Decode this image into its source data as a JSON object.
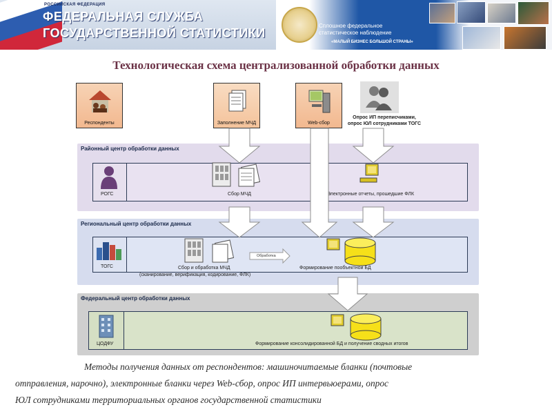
{
  "header": {
    "left": {
      "small_text": "РОССИЙСКАЯ ФЕДЕРАЦИЯ",
      "line1": "ФЕДЕРАЛЬНАЯ СЛУЖБА",
      "line2": "ГОСУДАРСТВЕННОЙ СТАТИСТИКИ"
    },
    "right": {
      "line1": "Сплошное федеральное",
      "line2": "статистическое наблюдение",
      "slogan": "«МАЛЫЙ БИЗНЕС БОЛЬШОЙ СТРАНЫ»"
    },
    "colors": {
      "flag_white": "#ffffff",
      "flag_blue": "#2d5db0",
      "flag_red": "#d0273a",
      "banner_blue": "#1f57a6"
    }
  },
  "title": "Технологическая схема централизованной обработки данных",
  "sources": {
    "respondents": "Респонденты",
    "mcd_fill": "Заполнение МЧД",
    "web": "Web-сбор",
    "survey_line1": "Опрос ИП переписчиками,",
    "survey_line2": "опрос ЮЛ сотрудниками ТОГС"
  },
  "district": {
    "title": "Районный центр обработки данных",
    "rogs": "РОГС",
    "collect": "Сбор МЧД",
    "electronic": "Электронные отчеты, прошедшие ФЛК",
    "color": "#e3dced"
  },
  "regional": {
    "title": "Региональный центр обработки данных",
    "togs": "ТОГС",
    "process": "Сбор и обработка МЧД",
    "process_sub": "(сканирование, верификация, кодирование, ФЛК)",
    "arrow_label": "Обработка",
    "db": "Формирование пообъектной БД",
    "color": "#d9def0"
  },
  "federal": {
    "title": "Федеральный центр обработки данных",
    "cofu": "ЦОДФУ",
    "db": "Формирование консолидированной БД и получение сводных итогов",
    "color": "#d4dfc4"
  },
  "caption": {
    "line1": "Методы получения данных от респондентов: машиночитаемые бланки (почтовые",
    "line2": "отправления, нарочно), электронные бланки через Web-сбор, опрос ИП интервьюерами, опрос",
    "line3": "ЮЛ сотрудниками территориальных органов государственной статистики"
  },
  "icons": {
    "respondents": "people-house-icon",
    "mcd_fill": "forms-icon",
    "web": "computer-icon",
    "survey": "interviewers-icon",
    "rogs": "person-icon",
    "collect": "forms-stack-icon",
    "electronic": "computer-icon",
    "togs": "city-icon",
    "database": "database-icon",
    "cofu": "building-icon"
  }
}
